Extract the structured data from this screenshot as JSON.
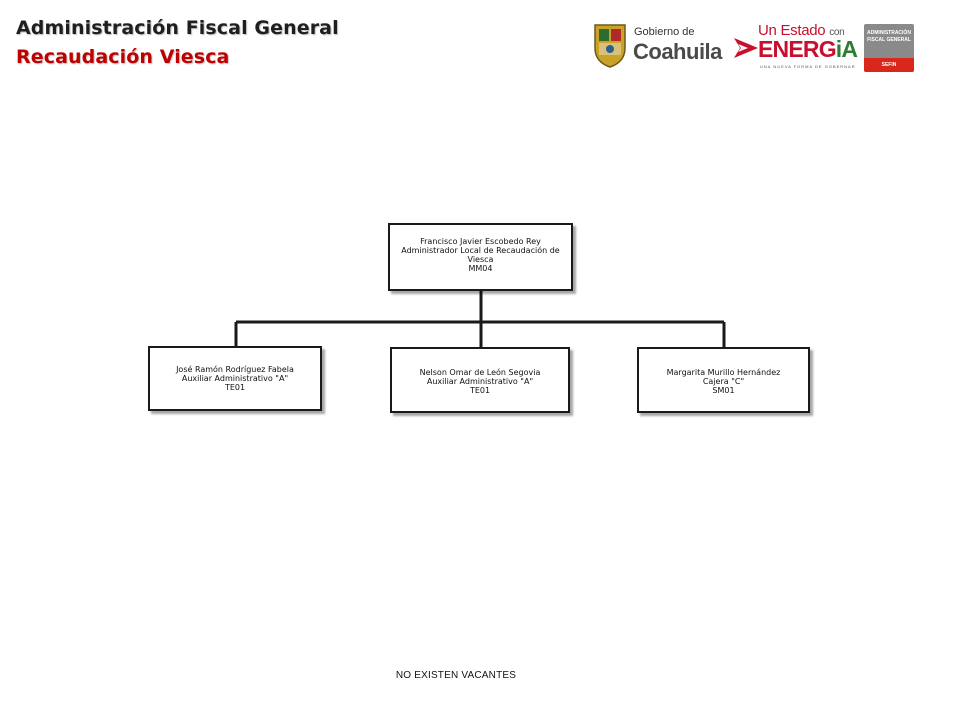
{
  "header": {
    "title": "Administración Fiscal General",
    "subtitle": "Recaudación Viesca"
  },
  "logos": {
    "coahuila": {
      "small": "Gobierno de",
      "big": "Coahuila",
      "icon": "coahuila-shield-icon"
    },
    "energia": {
      "top": "Un Estado",
      "con": "con",
      "big_main": "ENERG",
      "big_last": "iA",
      "tagline": "UNA NUEVA FORMA DE GOBERNAR",
      "icon": "energia-arrow-icon"
    },
    "afg": {
      "line1": "ADMINISTRACIÓN",
      "line2": "FISCAL GENERAL",
      "foot": "SEFIN"
    }
  },
  "org_chart": {
    "root": {
      "name": "Francisco Javier Escobedo Rey",
      "position_line1": "Administrador Local de Recaudación de",
      "position_line2": "Viesca",
      "code": "MM04"
    },
    "children": [
      {
        "name": "José Ramón Rodríguez Fabela",
        "position": "Auxiliar Administrativo \"A\"",
        "code": "TE01"
      },
      {
        "name": "Nelson Omar de León Segovia",
        "position": "Auxiliar Administrativo \"A\"",
        "code": "TE01"
      },
      {
        "name": "Margarita Murillo Hernández",
        "position": "Cajera \"C\"",
        "code": "SM01"
      }
    ]
  },
  "footer": {
    "note": "NO EXISTEN  VACANTES"
  },
  "colors": {
    "title": "#1f1f1f",
    "subtitle": "#c00000",
    "border": "#1a1a1a"
  }
}
